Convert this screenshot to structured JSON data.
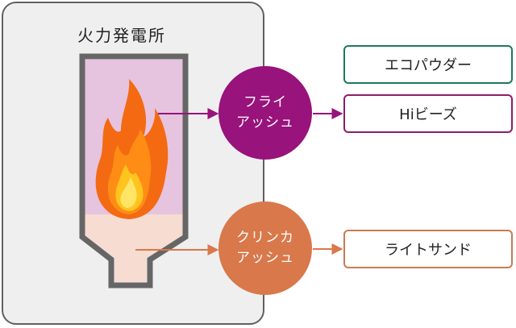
{
  "plant": {
    "title": "火力発電所"
  },
  "fly_ash": {
    "line1": "フライ",
    "line2": "アッシュ"
  },
  "clinker_ash": {
    "line1": "クリンカ",
    "line2": "アッシュ"
  },
  "products": {
    "eco_powder": "エコパウダー",
    "hi_beads": "Hiビーズ",
    "light_sand": "ライトサンド"
  },
  "colors": {
    "fly_ash": "#98137b",
    "clinker_ash": "#d9784b",
    "eco_border": "#1b7a5a",
    "hi_border": "#8b1d6b",
    "light_border": "#c97a50"
  }
}
